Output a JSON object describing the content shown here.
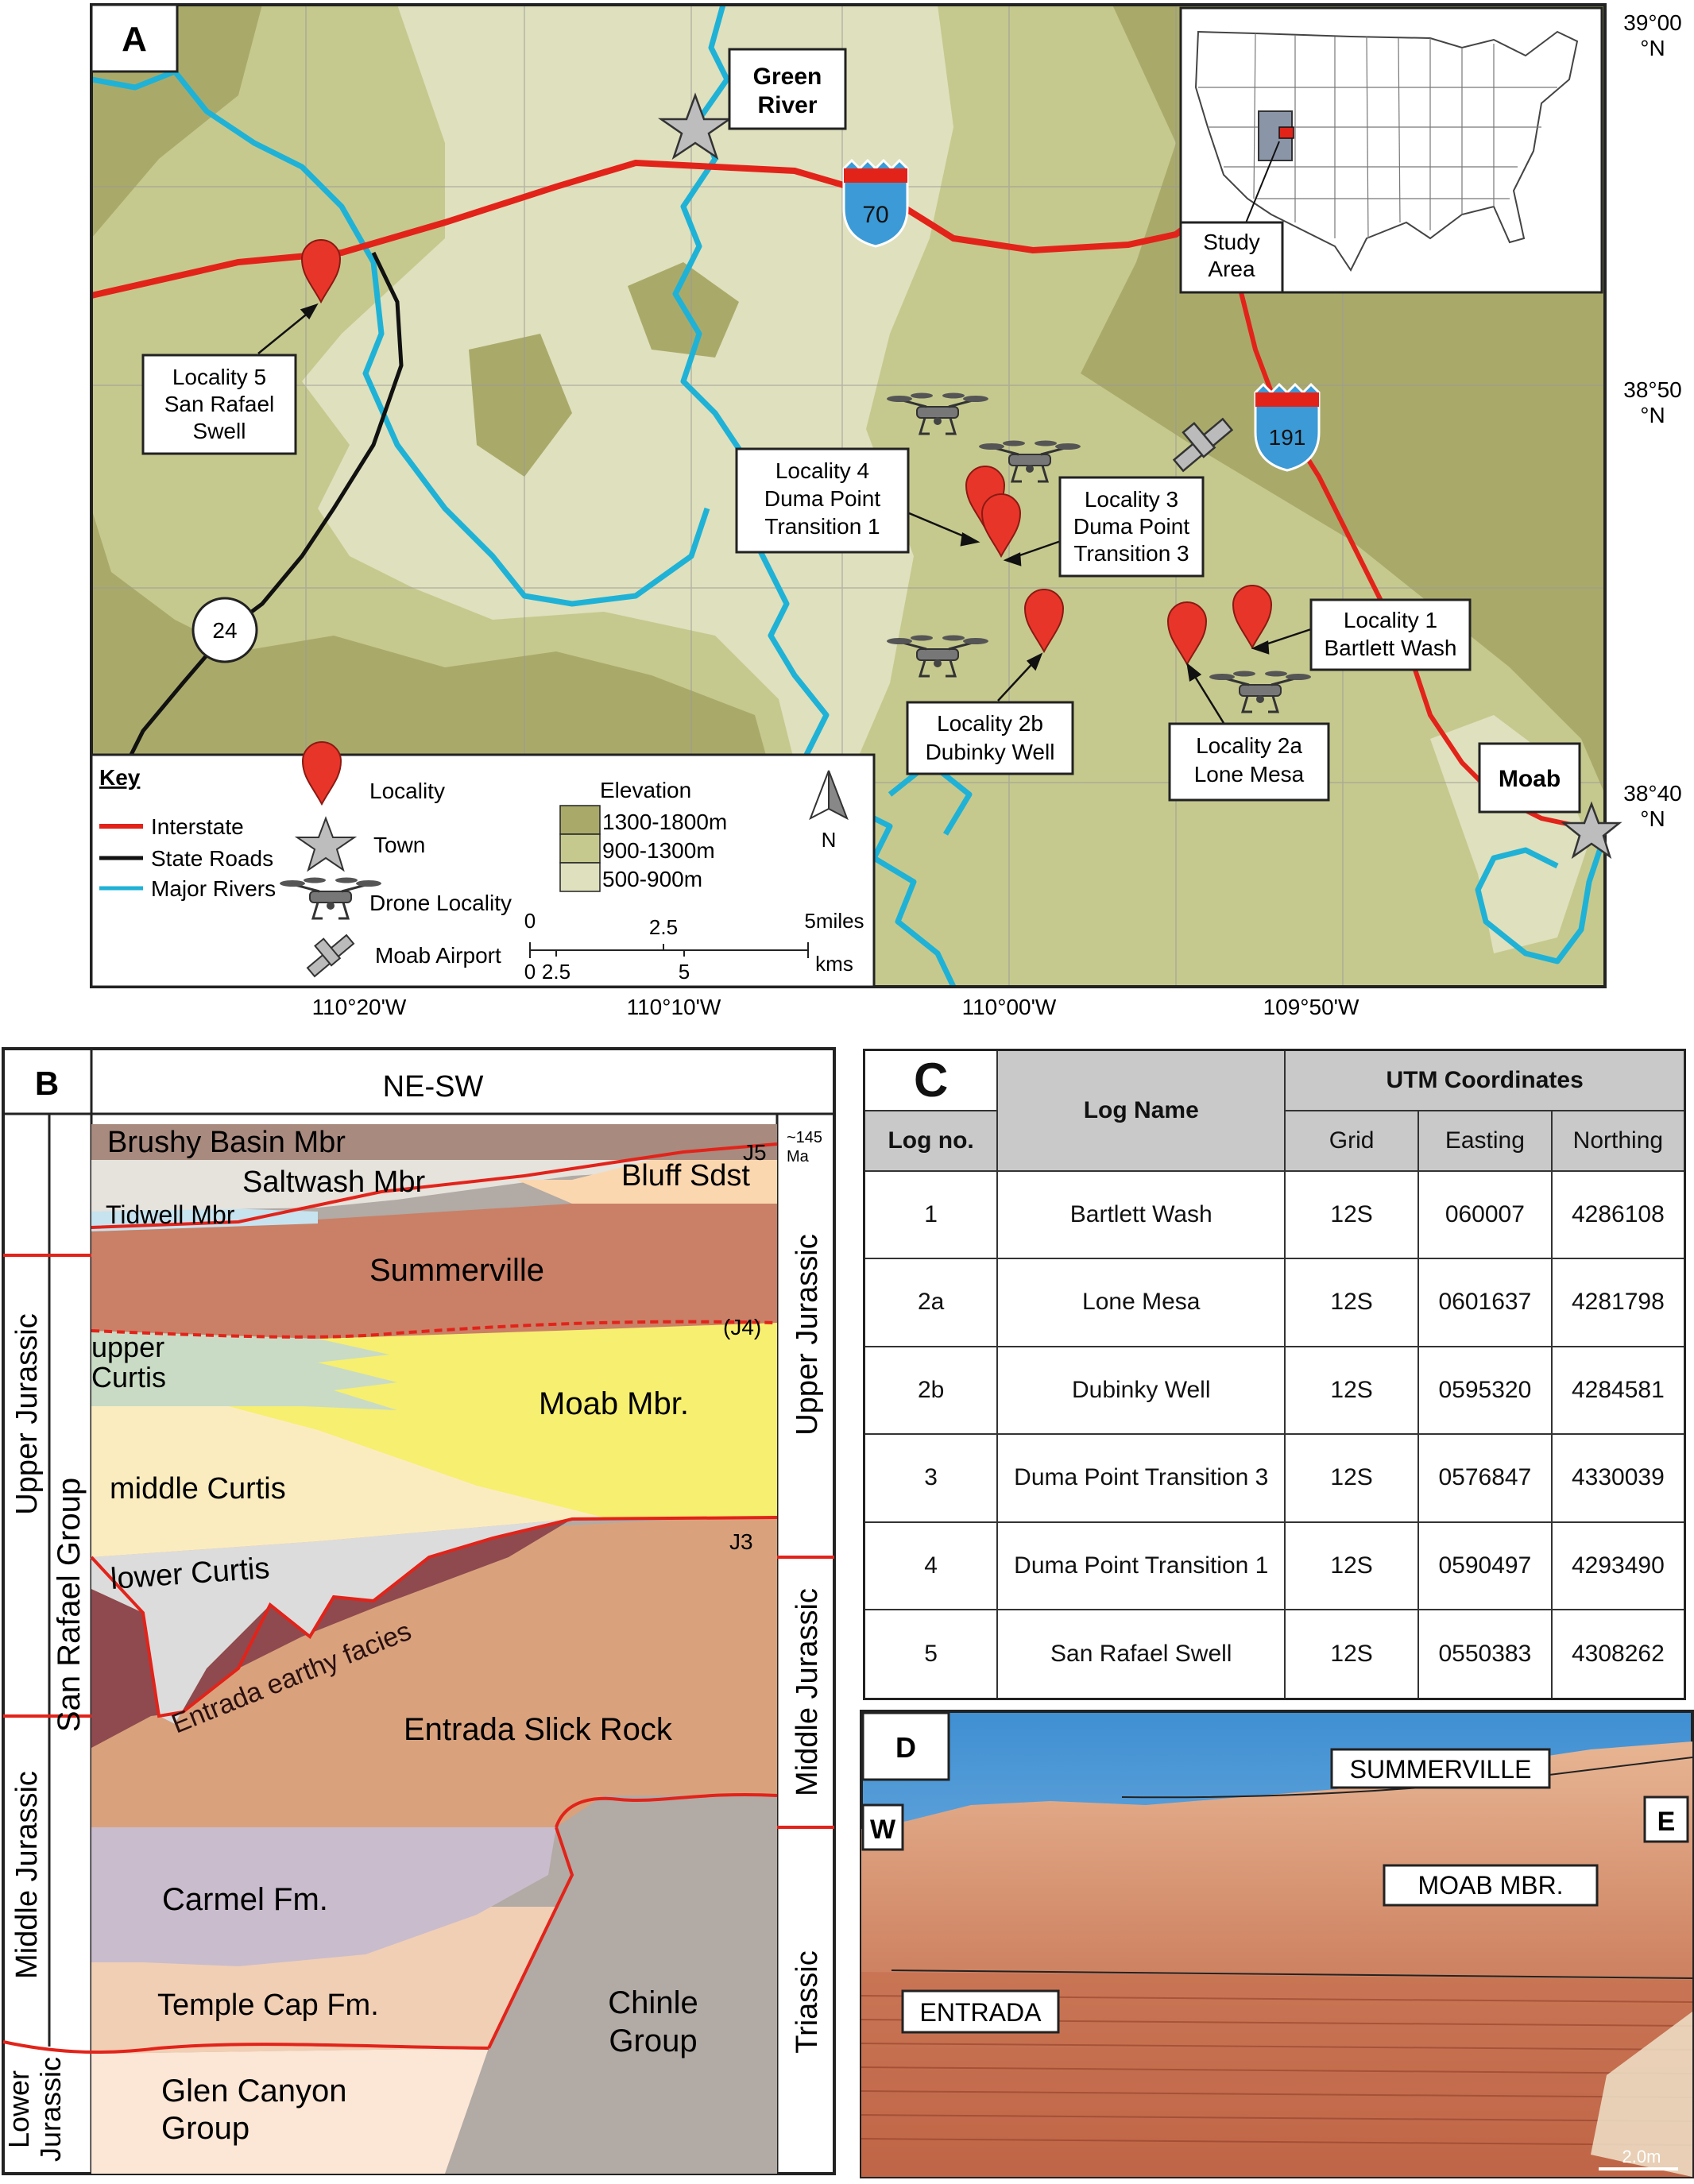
{
  "panelA": {
    "label": "A",
    "lat_labels": [
      {
        "deg": "39°00",
        "dir": "°N"
      },
      {
        "deg": "38°50",
        "dir": "°N"
      },
      {
        "deg": "38°40",
        "dir": "°N"
      }
    ],
    "lon_labels": [
      "110°20'W",
      "110°10'W",
      "110°00'W",
      "109°50'W"
    ],
    "towns": {
      "green_river": [
        "Green",
        "River"
      ],
      "moab": "Moab"
    },
    "shields": {
      "i70": "70",
      "us191": "191",
      "sr24": "24"
    },
    "inset": {
      "study_area": [
        "Study",
        "Area"
      ]
    },
    "localities": {
      "loc1": [
        "Locality 1",
        "Bartlett Wash"
      ],
      "loc2a": [
        "Locality 2a",
        "Lone Mesa"
      ],
      "loc2b": [
        "Locality 2b",
        "Dubinky Well"
      ],
      "loc3": [
        "Locality 3",
        "Duma Point",
        "Transition 3"
      ],
      "loc4": [
        "Locality 4",
        "Duma Point",
        "Transition 1"
      ],
      "loc5": [
        "Locality 5",
        "San Rafael",
        "Swell"
      ]
    },
    "key": {
      "title": "Key",
      "interstate": "Interstate",
      "state_roads": "State Roads",
      "major_rivers": "Major Rivers",
      "locality": "Locality",
      "town": "Town",
      "drone_locality": "Drone Locality",
      "moab_airport": "Moab Airport",
      "elevation_title": "Elevation",
      "elev1": "1300-1800m",
      "elev2": "900-1300m",
      "elev3": "500-900m",
      "north": "N",
      "scale_miles": [
        "0",
        "2.5",
        "5miles"
      ],
      "scale_kms": [
        "0",
        "2.5",
        "5",
        "kms"
      ]
    },
    "colors": {
      "elev_high": "#a9aa6a",
      "elev_mid": "#c6c98e",
      "elev_low": "#dfe0bd",
      "river": "#1fb2d6",
      "interstate": "#e2231a",
      "locality": "#e8352a"
    }
  },
  "panelB": {
    "label": "B",
    "header": "NE-SW",
    "left_ages": {
      "upper_jurassic": "Upper Jurassic",
      "middle_jurassic": "Middle Jurassic",
      "lower_jurassic": [
        "Lower",
        "Jurassic"
      ]
    },
    "group": "San Rafael Group",
    "right_ages": {
      "upper_jurassic": "Upper Jurassic",
      "middle_jurassic": "Middle Jurassic",
      "triassic": "Triassic"
    },
    "units": {
      "brushy": "Brushy Basin Mbr",
      "saltwash": "Saltwash Mbr",
      "bluff": "Bluff Sdst",
      "tidwell": "Tidwell Mbr",
      "summerville": "Summerville",
      "upper_curtis": [
        "upper",
        "Curtis"
      ],
      "moab": "Moab Mbr.",
      "middle_curtis": "middle Curtis",
      "lower_curtis": "lower Curtis",
      "entrada_earthy": "Entrada earthy facies",
      "entrada_slick": "Entrada Slick Rock",
      "carmel": "Carmel Fm.",
      "temple_cap": "Temple Cap Fm.",
      "glen_canyon": [
        "Glen Canyon",
        "Group"
      ],
      "chinle": [
        "Chinle",
        "Group"
      ]
    },
    "surfaces": {
      "j5": "J5",
      "j4": "(J4)",
      "j3": "J3",
      "age": [
        "~145",
        "Ma"
      ]
    },
    "colors": {
      "brushy": "#a88a7e",
      "saltwash": "#e6e2dc",
      "bluff": "#fbd7b0",
      "tidwell": "#c6e3ef",
      "summerville": "#c98067",
      "upper_curtis": "#c9dbc4",
      "moab": "#f7ef6f",
      "middle_curtis": "#fbecc0",
      "lower_curtis": "#dcdcdc",
      "entrada_earthy": "#8e4a4e",
      "entrada_slick": "#d9a27d",
      "carmel": "#c9bccc",
      "temple_cap": "#f1cfb4",
      "glen_canyon": "#fce6d6",
      "chinle": "#b2aaa4"
    }
  },
  "panelC": {
    "label": "C",
    "headers": {
      "log_no": "Log no.",
      "log_name": "Log Name",
      "utm": "UTM Coordinates",
      "grid": "Grid",
      "easting": "Easting",
      "northing": "Northing"
    },
    "rows": [
      {
        "no": "1",
        "name": "Bartlett Wash",
        "grid": "12S",
        "easting": "060007",
        "northing": "4286108"
      },
      {
        "no": "2a",
        "name": "Lone Mesa",
        "grid": "12S",
        "easting": "0601637",
        "northing": "4281798"
      },
      {
        "no": "2b",
        "name": "Dubinky Well",
        "grid": "12S",
        "easting": "0595320",
        "northing": "4284581"
      },
      {
        "no": "3",
        "name": "Duma Point Transition 3",
        "grid": "12S",
        "easting": "0576847",
        "northing": "4330039"
      },
      {
        "no": "4",
        "name": "Duma Point Transition 1",
        "grid": "12S",
        "easting": "0590497",
        "northing": "4293490"
      },
      {
        "no": "5",
        "name": "San Rafael Swell",
        "grid": "12S",
        "easting": "0550383",
        "northing": "4308262"
      }
    ]
  },
  "panelD": {
    "label": "D",
    "west": "W",
    "east": "E",
    "summerville": "SUMMERVILLE",
    "moab": "MOAB MBR.",
    "entrada": "ENTRADA",
    "scale": "2.0m"
  }
}
